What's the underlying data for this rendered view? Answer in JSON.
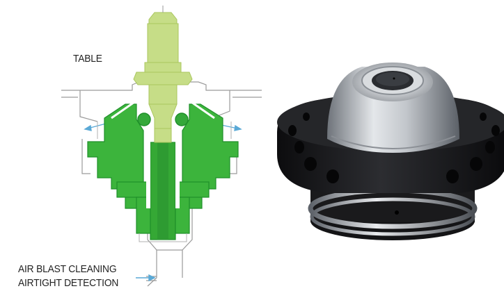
{
  "labels": {
    "table": "TABLE",
    "air_blast_cleaning": "AIR BLAST CLEANING",
    "airtight_detection": "AIRTIGHT DETECTION"
  },
  "colors": {
    "light_green": "#c6dd87",
    "light_green_dark": "#a9c65e",
    "green": "#3cb43c",
    "green_dark": "#1f8f2a",
    "line_gray": "#9a9a9a",
    "air_blue": "#5aa9d6",
    "body_black": "#1b1b1d",
    "steel": "#b8bcc2"
  }
}
